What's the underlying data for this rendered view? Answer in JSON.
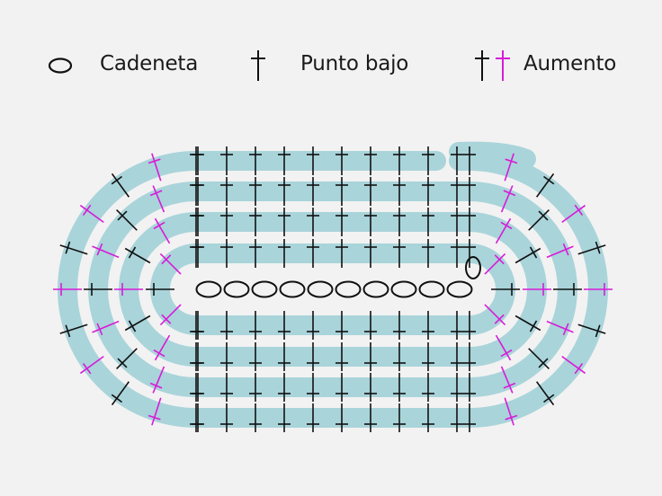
{
  "legend": {
    "chain_label": "Cadeneta",
    "single_crochet_label": "Punto bajo",
    "increase_label": "Aumento"
  },
  "colors": {
    "background": "#f2f2f2",
    "round_band": "#a9d4da",
    "stitch": "#111111",
    "increase": "#d81bd8"
  },
  "icons": {
    "chain": "oval-chain-icon",
    "single_crochet": "dagger-stitch-icon",
    "increase": "double-dagger-increase-icon"
  },
  "pattern": {
    "foundation_chains": 10,
    "rounds": 4
  }
}
